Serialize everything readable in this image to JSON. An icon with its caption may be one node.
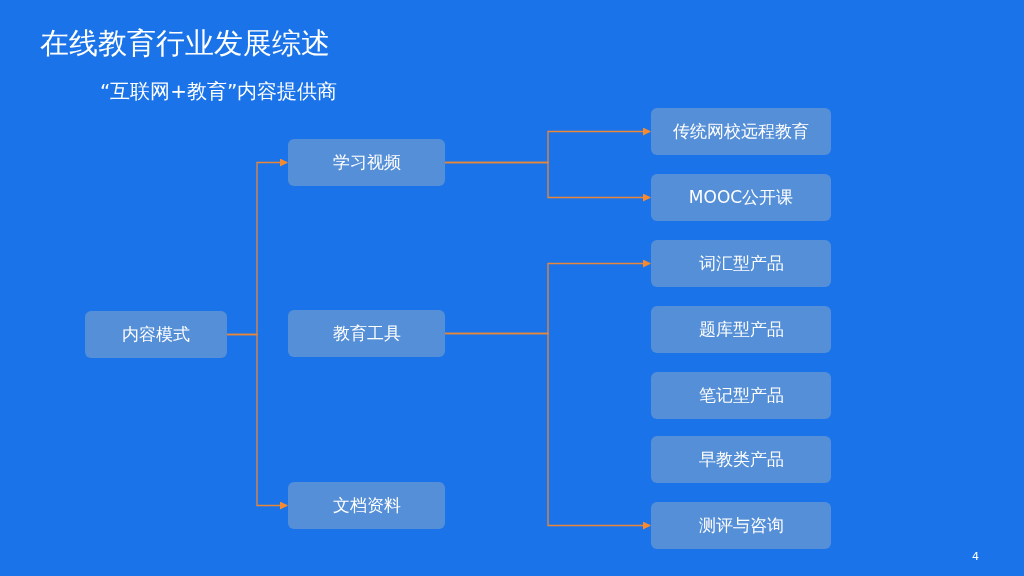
{
  "diagram": {
    "title": "在线教育行业发展综述",
    "nodes": [
      {
        "text": [
          "内容模式"
        ]
      },
      {
        "text": [
          "学习视频"
        ]
      },
      {
        "text": [
          "教育工具"
        ]
      },
      {
        "text": [
          "文档资料"
        ]
      },
      {
        "text": [
          "传统网校远程教育"
        ]
      },
      {
        "text": [
          "MOOC公开课"
        ]
      },
      {
        "text": [
          "词汇型产品"
        ]
      },
      {
        "text": [
          "题库型产品"
        ]
      },
      {
        "text": [
          "笔记型产品"
        ]
      },
      {
        "text": [
          "早教类产品"
        ]
      },
      {
        "text": [
          "测评与咨询"
        ]
      }
    ],
    "edges": [
      {
        "from": 0,
        "to": 1,
        "arrow": "to"
      },
      {
        "from": 0,
        "to": 3,
        "arrow": "to"
      },
      {
        "from": 1,
        "to": 4,
        "arrow": "to"
      },
      {
        "from": 1,
        "to": 5,
        "arrow": "to"
      },
      {
        "from": 2,
        "to": 6,
        "arrow": "to"
      },
      {
        "from": 2,
        "to": 10,
        "arrow": "to"
      }
    ],
    "labels": [
      "“互联网+教育”内容提供商",
      "4"
    ]
  }
}
